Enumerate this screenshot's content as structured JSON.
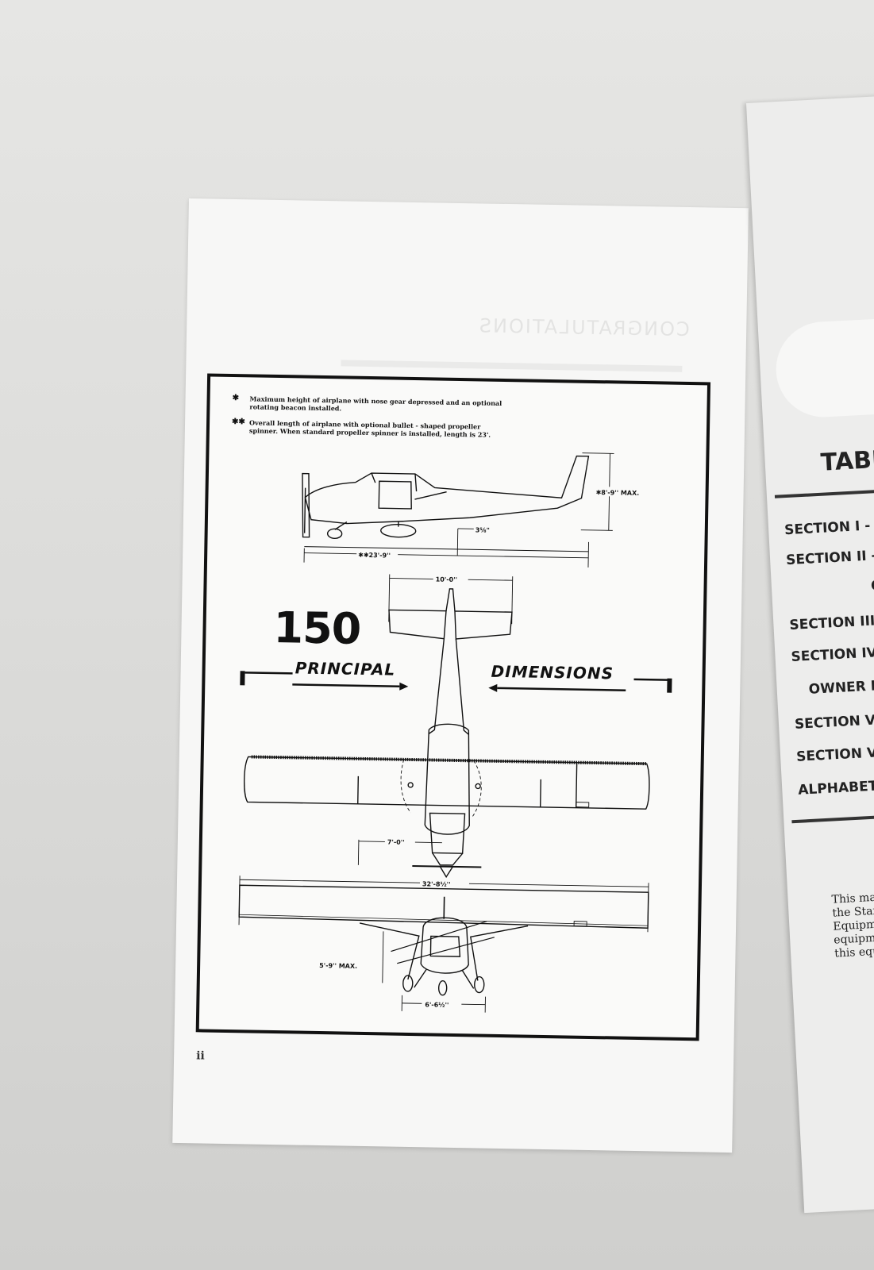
{
  "left_page": {
    "ghost_title": "CONGRATULATIONS",
    "notes": [
      {
        "marker": "✱",
        "text": "Maximum height of airplane with nose gear depressed and an optional rotating beacon installed."
      },
      {
        "marker": "✱✱",
        "text": "Overall length of airplane with optional bullet - shaped propeller spinner. When standard propeller spinner is installed, length is 23'."
      }
    ],
    "model_number": "150",
    "principal_label": "PRINCIPAL",
    "dimensions_label": "DIMENSIONS",
    "dimensions": {
      "height": "✱8'-9'' MAX.",
      "nose_offset": "3⅝\"",
      "length": "✱✱23'-9''",
      "stabilizer_span": "10'-0''",
      "wheel_track_side": "7'-0''",
      "wingspan": "32'-8½''",
      "front_height": "5'-9'' MAX.",
      "main_gear_track": "6'-6½''"
    },
    "page_number": "ii"
  },
  "right_page": {
    "title": "TABL",
    "items": [
      "SECTION I - O",
      "SECTION II - D",
      "O",
      "SECTION III - C",
      "SECTION IV- C",
      "OWNER FOL",
      "SECTION V - C",
      "SECTION VI- C",
      "ALPHABETICA"
    ],
    "note_lines": [
      "This manual",
      "the Standard M",
      "Equipment des",
      "equipment is c",
      "this equipmen"
    ]
  }
}
